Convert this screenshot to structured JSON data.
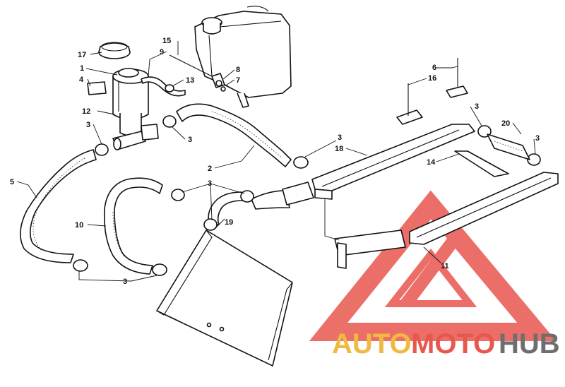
{
  "callouts": [
    {
      "id": "c17",
      "text": "17"
    },
    {
      "id": "c1",
      "text": "1"
    },
    {
      "id": "c4",
      "text": "4"
    },
    {
      "id": "c12",
      "text": "12"
    },
    {
      "id": "c15",
      "text": "15"
    },
    {
      "id": "c9",
      "text": "9"
    },
    {
      "id": "c13",
      "text": "13"
    },
    {
      "id": "c8",
      "text": "8"
    },
    {
      "id": "c7",
      "text": "7"
    },
    {
      "id": "c3a",
      "text": "3"
    },
    {
      "id": "c3b",
      "text": "3"
    },
    {
      "id": "c3c",
      "text": "3"
    },
    {
      "id": "c3d",
      "text": "3"
    },
    {
      "id": "c3e",
      "text": "3"
    },
    {
      "id": "c3f",
      "text": "3"
    },
    {
      "id": "c3g",
      "text": "3"
    },
    {
      "id": "c5",
      "text": "5"
    },
    {
      "id": "c10",
      "text": "10"
    },
    {
      "id": "c2",
      "text": "2"
    },
    {
      "id": "c19",
      "text": "19"
    },
    {
      "id": "c18",
      "text": "18"
    },
    {
      "id": "c6",
      "text": "6"
    },
    {
      "id": "c16",
      "text": "16"
    },
    {
      "id": "c20",
      "text": "20"
    },
    {
      "id": "c14",
      "text": "14"
    },
    {
      "id": "c11",
      "text": "11"
    }
  ],
  "watermark": {
    "part1": "AUTO",
    "part2": "MOTO",
    "part3": "HUB",
    "color1": "#f0b942",
    "color2": "#e8574e",
    "color3": "#6e6e6e",
    "triangle_color": "#e8574e"
  }
}
